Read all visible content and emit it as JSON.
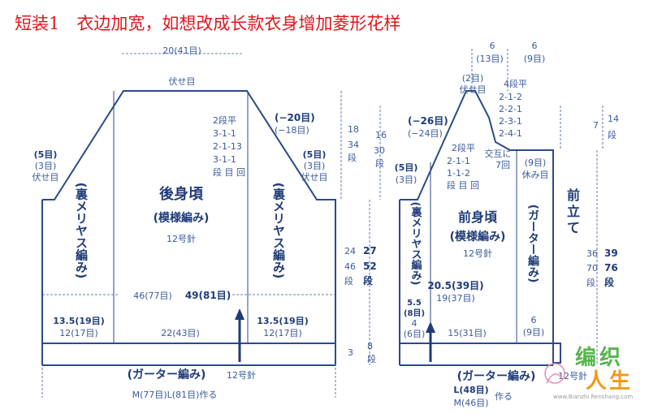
{
  "title": "短装1　衣边加宽，如想改成长款衣身增加菱形花样",
  "back": {
    "top_width": "20(41目)",
    "bind_off": "伏せ目",
    "name": "後身頃",
    "pattern": "(模様編み)",
    "needle": "12号針",
    "decrease_rows": [
      "2段平",
      "3-1-1",
      "2-1-13",
      "3-1-1",
      "段 目 回"
    ],
    "minus20": "(−20目)",
    "minus18": "(−18目)",
    "side_left": [
      "(5目)",
      "(3目)",
      "伏せ目"
    ],
    "side_right": [
      "(5目)",
      "(3目)",
      "伏せ目"
    ],
    "sleeve_left": "(裏メリヤス編み)",
    "sleeve_right": "(裏メリヤス編み)",
    "width_a": "46(77目)",
    "width_b": "49(81目)",
    "bottom_left": [
      "13.5(19目)",
      "12(17目)"
    ],
    "bottom_mid": "22(43目)",
    "bottom_right": [
      "13.5(19目)",
      "12(17目)"
    ],
    "hem": "(ガーター編み)",
    "hem_needle": "12号針",
    "cast_on": "M(77目)L(81目)作る"
  },
  "vert_dims": {
    "d18": "18",
    "d18r": "34",
    "d16": "16",
    "d16r": "30",
    "dan": "段",
    "d24": "24",
    "d46": "46",
    "d27": "27",
    "d52": "52",
    "d3": "3",
    "d8": "8"
  },
  "front": {
    "top_6a": "6",
    "top_13": "(13目)",
    "top_6b": "6",
    "top_9": "(9目)",
    "two_stitch": "(2目)",
    "bind_off": "伏せ目",
    "rows_a": [
      "4段平",
      "2-1-2",
      "2-2-1",
      "2-3-1",
      "2-4-1"
    ],
    "minus26": "(−26目)",
    "minus24": "(−24目)",
    "rows_b": [
      "2段平",
      "2-1-1",
      "1-1-2",
      "段 目 回"
    ],
    "alternate": [
      "交互に",
      "7回"
    ],
    "rest": [
      "(9目)",
      "休み目"
    ],
    "side_left": [
      "(5目)",
      "(3目)"
    ],
    "name": "前身頃",
    "pattern": "(模様編み)",
    "needle": "12号針",
    "sleeve_left": "(裏メリヤス編み)",
    "band_right": "(ガーター編み)",
    "placket": [
      "前",
      "立",
      "て"
    ],
    "width_a": "20.5(39目)",
    "width_b": "19(37目)",
    "side_small": [
      "5.5",
      "(8目)",
      "4",
      "(6目)"
    ],
    "bottom": "15(31目)",
    "bottom_r": [
      "6",
      "(9目)"
    ],
    "hem": "(ガーター編み)",
    "hem_needle": "12号針",
    "cast_on": [
      "L(48目)",
      "M(46目)",
      "作る"
    ]
  },
  "right_dims": {
    "d7": "7",
    "d14": "14",
    "d36": "36",
    "d70": "70",
    "d39": "39",
    "d76": "76",
    "dan": "段"
  },
  "logo": {
    "chars": [
      "编",
      "织",
      "人",
      "生"
    ],
    "url": "www.Bianzhi Renshang.com"
  }
}
